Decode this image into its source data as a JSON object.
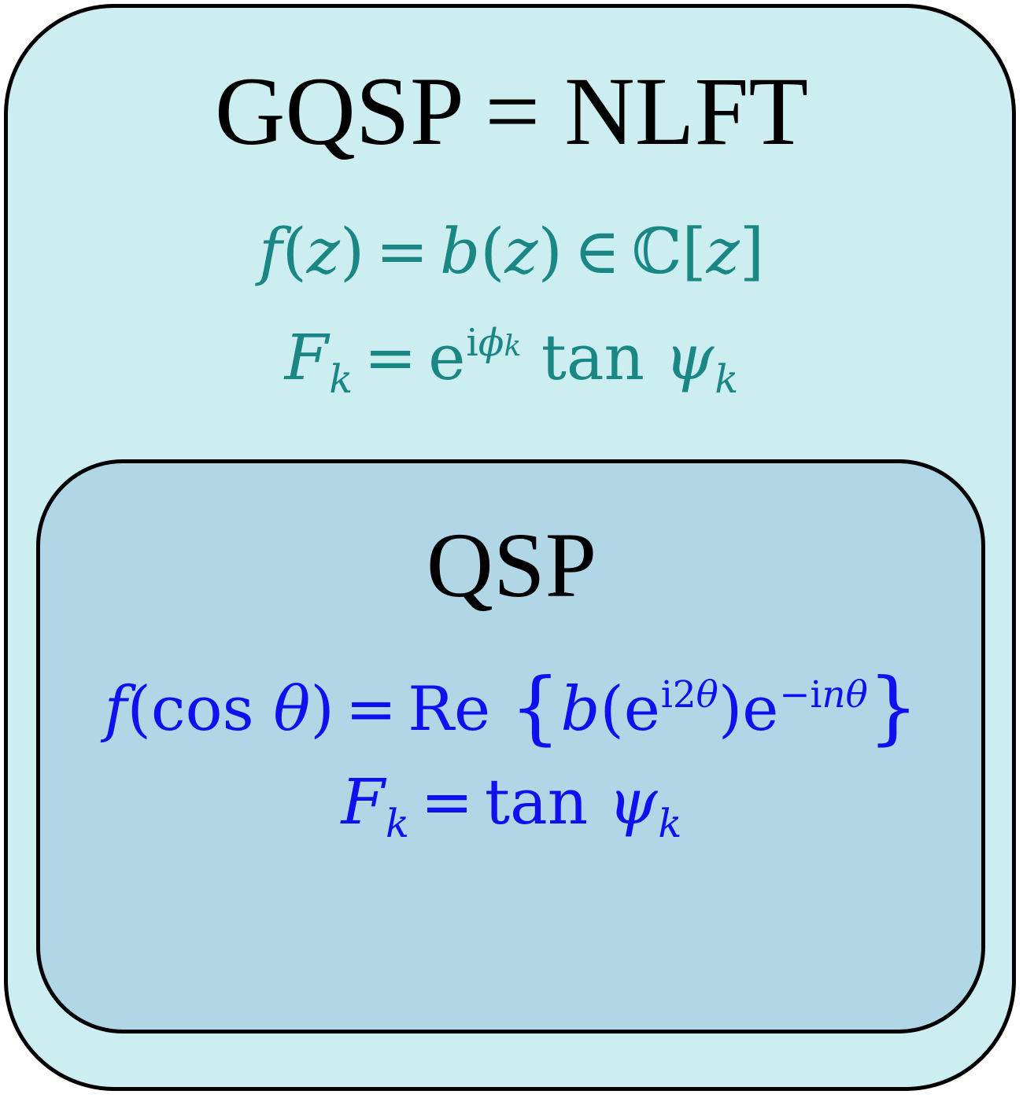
{
  "outer": {
    "title": "GQSP = NLFT",
    "formula_function": "f(z) = b(z) ∈ ℂ[z]",
    "formula_coefficient": "F_k = e^{iφ_k} tan ψ_k",
    "color": "#1a8785"
  },
  "inner": {
    "title": "QSP",
    "formula_function": "f(cos θ) = Re{b(e^{i2θ}) e^{−inθ}}",
    "formula_coefficient": "F_k = tan ψ_k",
    "color": "#1010ee"
  }
}
